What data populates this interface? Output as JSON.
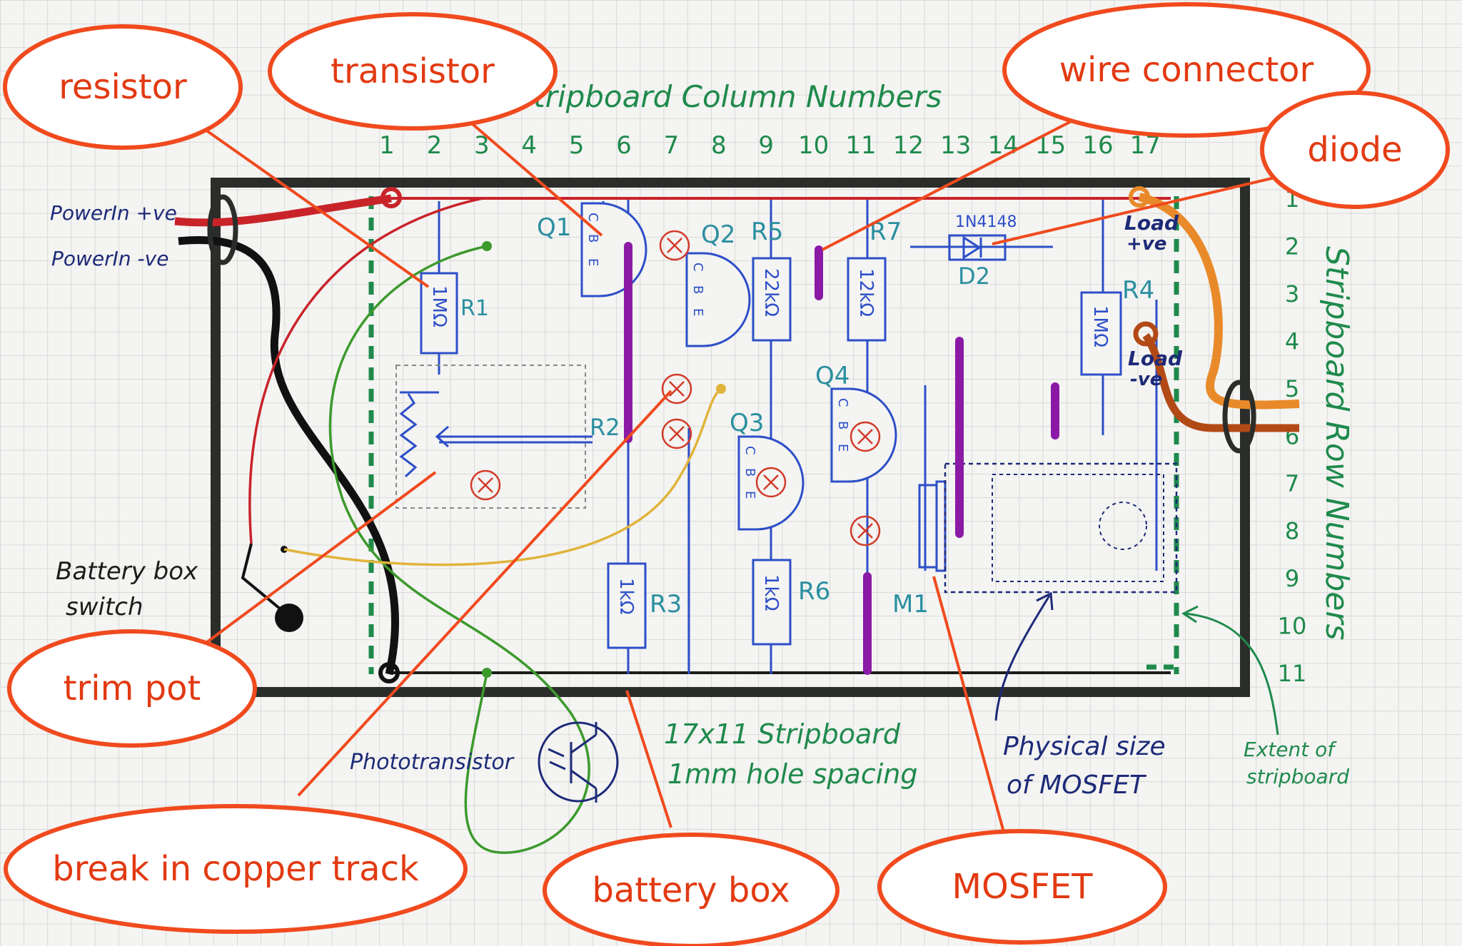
{
  "headers": {
    "column_title": "Stripboard Column Numbers",
    "row_title": "Stripboard Row Numbers"
  },
  "columns": [
    "1",
    "2",
    "3",
    "4",
    "5",
    "6",
    "7",
    "8",
    "9",
    "10",
    "11",
    "12",
    "13",
    "14",
    "15",
    "16",
    "17"
  ],
  "rows": [
    "1",
    "2",
    "3",
    "4",
    "5",
    "6",
    "7",
    "8",
    "9",
    "10",
    "11"
  ],
  "callouts": {
    "resistor": "resistor",
    "transistor": "transistor",
    "wire_connector": "wire connector",
    "diode": "diode",
    "trim_pot": "trim pot",
    "break": "break in copper track",
    "battery_box": "battery box",
    "mosfet": "MOSFET"
  },
  "labels": {
    "power_in_pos": "PowerIn +ve",
    "power_in_neg": "PowerIn -ve",
    "battery_switch_1": "Battery box",
    "battery_switch_2": "switch",
    "load_pos_1": "Load",
    "load_pos_2": "+ve",
    "load_neg_1": "Load",
    "load_neg_2": "-ve",
    "diode_part": "1N4148",
    "phototransistor": "Phototransistor",
    "board_note_1": "17x11 Stripboard",
    "board_note_2": "1mm hole spacing",
    "mosfet_note_1": "Physical size",
    "mosfet_note_2": "of MOSFET",
    "extent_note_1": "Extent of",
    "extent_note_2": "stripboard"
  },
  "components": {
    "Q1": "Q1",
    "Q2": "Q2",
    "Q3": "Q3",
    "Q4": "Q4",
    "R1": "R1",
    "R2": "R2",
    "R3": "R3",
    "R4": "R4",
    "R5": "R5",
    "R6": "R6",
    "R7": "R7",
    "D2": "D2",
    "M1": "M1",
    "R1_value": "1MΩ",
    "R3_value": "1kΩ",
    "R4_value": "1MΩ",
    "R5_value": "22kΩ",
    "R6_value": "1kΩ",
    "R7_value": "12kΩ",
    "pin_c": "C",
    "pin_b": "B",
    "pin_e": "E"
  },
  "colors": {
    "callout_stroke": "#f04a1e",
    "callout_text": "#e23a12",
    "green_ink": "#1f8a4c",
    "blue_ink": "#2d4fc8",
    "navy_ink": "#1d2a78",
    "teal_ink": "#2a8fa0",
    "purple_track": "#8a1aa6",
    "board_outline": "#2a2d2a",
    "grid": "#c9cbcc"
  }
}
